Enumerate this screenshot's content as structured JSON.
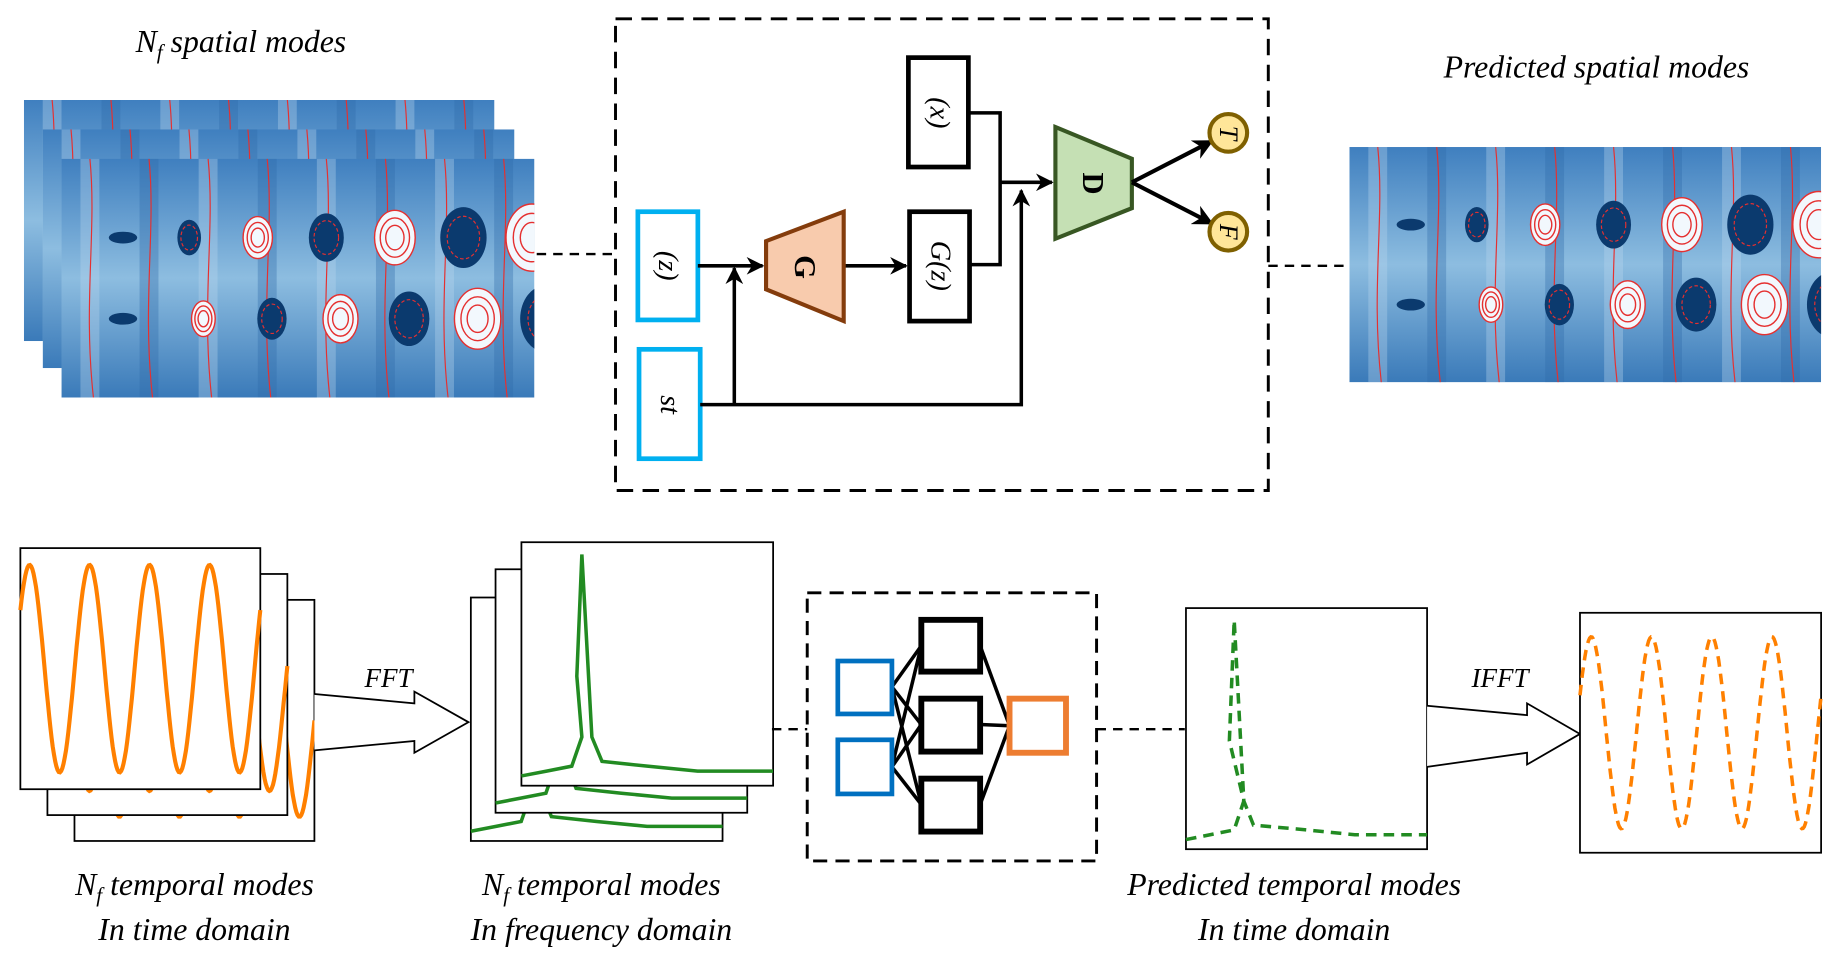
{
  "top": {
    "spatial_title_main": "N",
    "spatial_title_sub": "f",
    "spatial_title_rest": " spatial modes",
    "predicted_spatial_title": "Predicted spatial modes",
    "gan": {
      "z_label": "(z)",
      "st_label": "st",
      "x_label": "(x)",
      "gz_label": "G(z)",
      "generator_label": "G",
      "discriminator_label": "D",
      "true_label": "T",
      "false_label": "F"
    }
  },
  "bottom": {
    "time_label_main": "N",
    "time_label_sub": "f",
    "time_label_rest": " temporal modes",
    "time_label_line2": "In time domain",
    "freq_label_main": "N",
    "freq_label_sub": "f",
    "freq_label_rest": " temporal modes",
    "freq_label_line2": "In frequency domain",
    "pred_label_line1": "Predicted temporal modes",
    "pred_label_line2": "In time domain",
    "fft_label": "FFT",
    "ifft_label": "IFFT"
  },
  "colors": {
    "input_box": "#00B0F0",
    "generator_fill": "#F8CBAD",
    "generator_stroke": "#843C0C",
    "discriminator_fill": "#C5E0B4",
    "discriminator_stroke": "#385723",
    "output_fill": "#FFE699",
    "output_stroke": "#7F6000",
    "time_series": "#FF8000",
    "spectrum": "#228B22",
    "nn_input": "#0070C0",
    "nn_output": "#ED7D31",
    "heatmap_dark": "#0B3A6E",
    "contour": "#E53030"
  }
}
